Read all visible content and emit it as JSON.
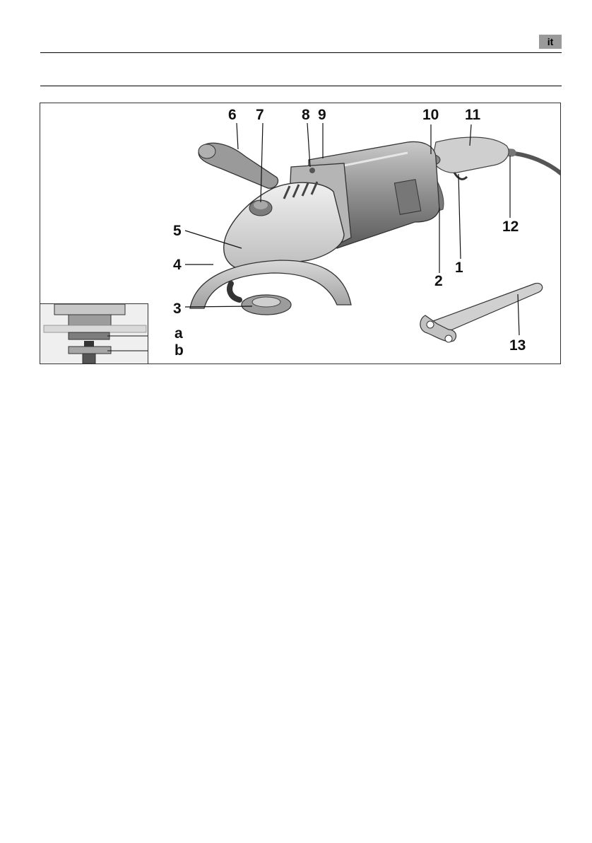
{
  "header": {
    "language_code": "it"
  },
  "figure": {
    "callouts": {
      "c1": "1",
      "c2": "2",
      "c3": "3",
      "c4": "4",
      "c5": "5",
      "c6": "6",
      "c7": "7",
      "c8": "8",
      "c9": "9",
      "c10": "10",
      "c11": "11",
      "c12": "12",
      "c13": "13",
      "ca": "a",
      "cb": "b"
    },
    "illustration_icon": "angle-grinder-icon",
    "wrench_icon": "pin-spanner-icon"
  }
}
